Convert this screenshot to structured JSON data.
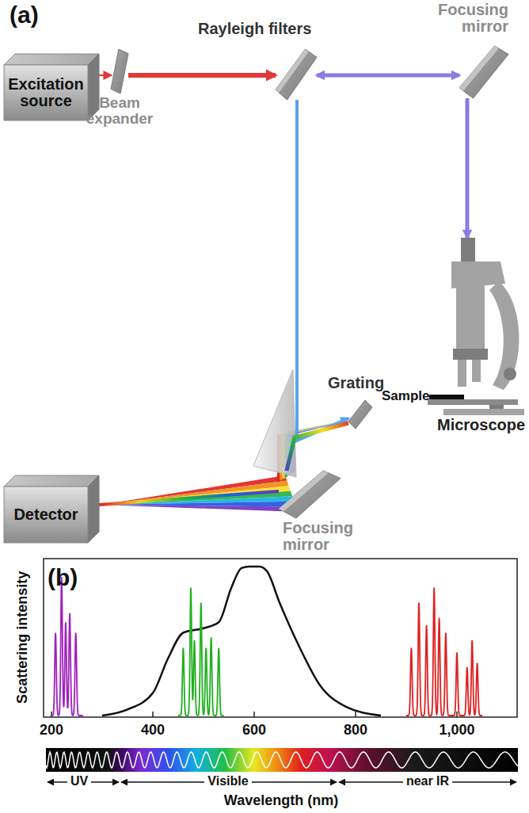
{
  "diagram": {
    "nodes": [
      {
        "text": [
          "Excitation source"
        ]
      },
      {
        "text": [
          "Beam expander"
        ]
      },
      {
        "text": [
          "Rayleigh filters"
        ]
      },
      {
        "text": [
          "Focusing mirror"
        ]
      },
      {
        "text": [
          "Grating"
        ]
      },
      {
        "text": [
          "Detector"
        ]
      },
      {
        "text": [
          "Focusing mirror"
        ]
      },
      {
        "text": [
          "Microscope"
        ]
      }
    ],
    "edges": [
      {
        "from": 0,
        "to": 1,
        "arrow": "to"
      },
      {
        "from": 1,
        "to": 2,
        "arrow": "to"
      },
      {
        "from": 2,
        "to": 3,
        "arrow": "both"
      },
      {
        "from": 3,
        "to": 7,
        "arrow": "to"
      },
      {
        "from": 2,
        "to": 4,
        "arrow": "to"
      },
      {
        "from": 4,
        "to": 6,
        "arrow": "none"
      },
      {
        "from": 6,
        "to": 5,
        "arrow": "none"
      }
    ],
    "labels": [
      "(a)",
      "Sample",
      "(b)",
      "Scattering intensity",
      "200",
      "400",
      "600",
      "800",
      "1,000",
      "UV",
      "Visible",
      "near IR",
      "Wavelength (nm)"
    ]
  }
}
